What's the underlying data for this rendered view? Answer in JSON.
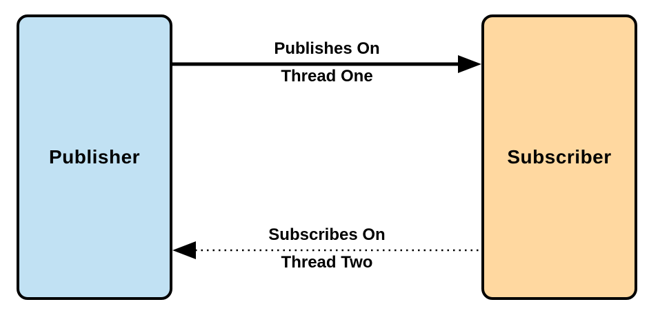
{
  "colors": {
    "publisher_fill": "#c1e1f3",
    "subscriber_fill": "#ffd8a0",
    "node_border": "#000000",
    "arrow": "#000000",
    "label_text": "#000000"
  },
  "nodes": {
    "publisher": {
      "label": "Publisher"
    },
    "subscriber": {
      "label": "Subscriber"
    }
  },
  "arrows": {
    "publish": {
      "label_line1": "Publishes On",
      "label_line2": "Thread One",
      "style": "solid",
      "direction": "left-to-right",
      "from": "Publisher",
      "to": "Subscriber"
    },
    "subscribe": {
      "label_line1": "Subscribes On",
      "label_line2": "Thread Two",
      "style": "dotted",
      "direction": "right-to-left",
      "from": "Subscriber",
      "to": "Publisher"
    }
  }
}
